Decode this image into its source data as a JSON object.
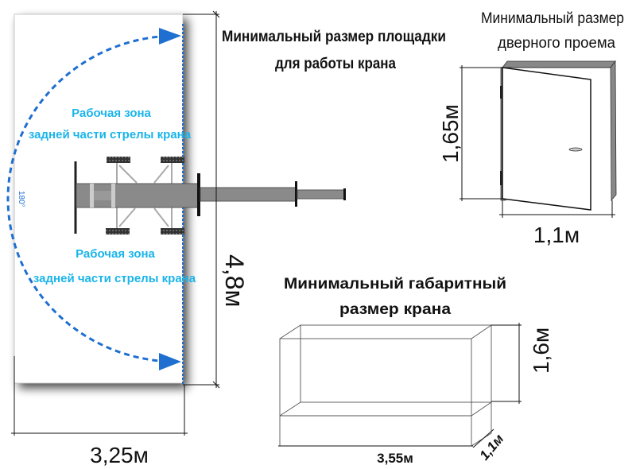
{
  "site": {
    "title_line1": "Минимальный размер площадки",
    "title_line2": "для работы крана",
    "zone_upper_line1": "Рабочая зона",
    "zone_upper_line2": "задней части стрелы крана",
    "zone_lower_line1": "Рабочая зона",
    "zone_lower_line2": "задней части стрелы крана",
    "angle": "180°",
    "height_dim": "4,8м",
    "width_dim": "3,25м"
  },
  "door": {
    "title_line1": "Минимальный размер",
    "title_line2": "дверного проема",
    "height_dim": "1,65м",
    "width_dim": "1,1м"
  },
  "crane_box": {
    "title_line1": "Минимальный габаритный",
    "title_line2": "размер крана",
    "length_dim": "3,55м",
    "height_dim": "1,6м",
    "depth_dim": "1,1м"
  },
  "colors": {
    "zone_text": "#1ab4ea",
    "arc": "#1e6fd0",
    "crane": "#8a8a8a"
  }
}
